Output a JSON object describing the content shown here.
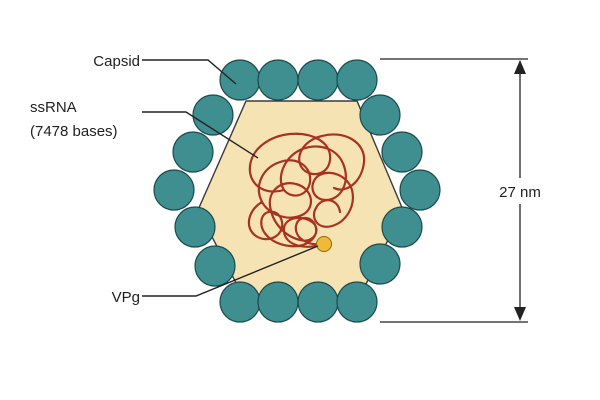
{
  "labels": {
    "capsid": "Capsid",
    "ssrna_line1": "ssRNA",
    "ssrna_line2": "(7478 bases)",
    "vpg": "VPg",
    "dimension": "27 nm"
  },
  "colors": {
    "capsomere_fill": "#3f8f91",
    "capsomere_stroke": "#1c4a4c",
    "hexagon_fill": "#f6e3b4",
    "hexagon_stroke": "#3a3a3a",
    "rna_strand": "#a8321f",
    "vpg_fill": "#f0b93a"
  }
}
